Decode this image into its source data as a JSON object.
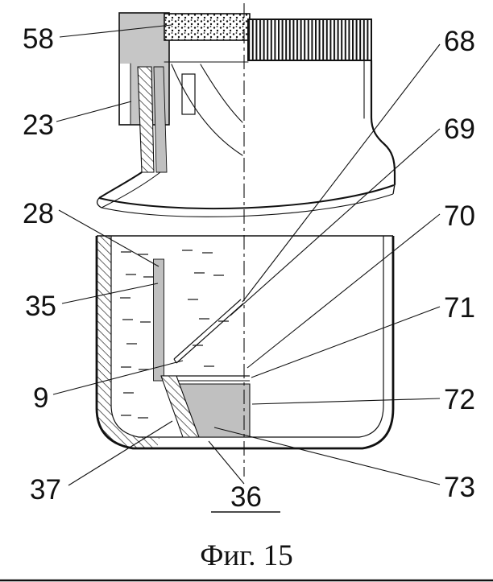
{
  "figure": {
    "caption": "Фиг. 15",
    "labels": {
      "l58": "58",
      "l23": "23",
      "l28": "28",
      "l35": "35",
      "l9": "9",
      "l37": "37",
      "l68": "68",
      "l69": "69",
      "l70": "70",
      "l71": "71",
      "l72": "72",
      "l73": "73",
      "l36": "36"
    },
    "colors": {
      "ink": "#111111",
      "metal_gray": "#c6c6c6",
      "background": "#ffffff"
    }
  }
}
